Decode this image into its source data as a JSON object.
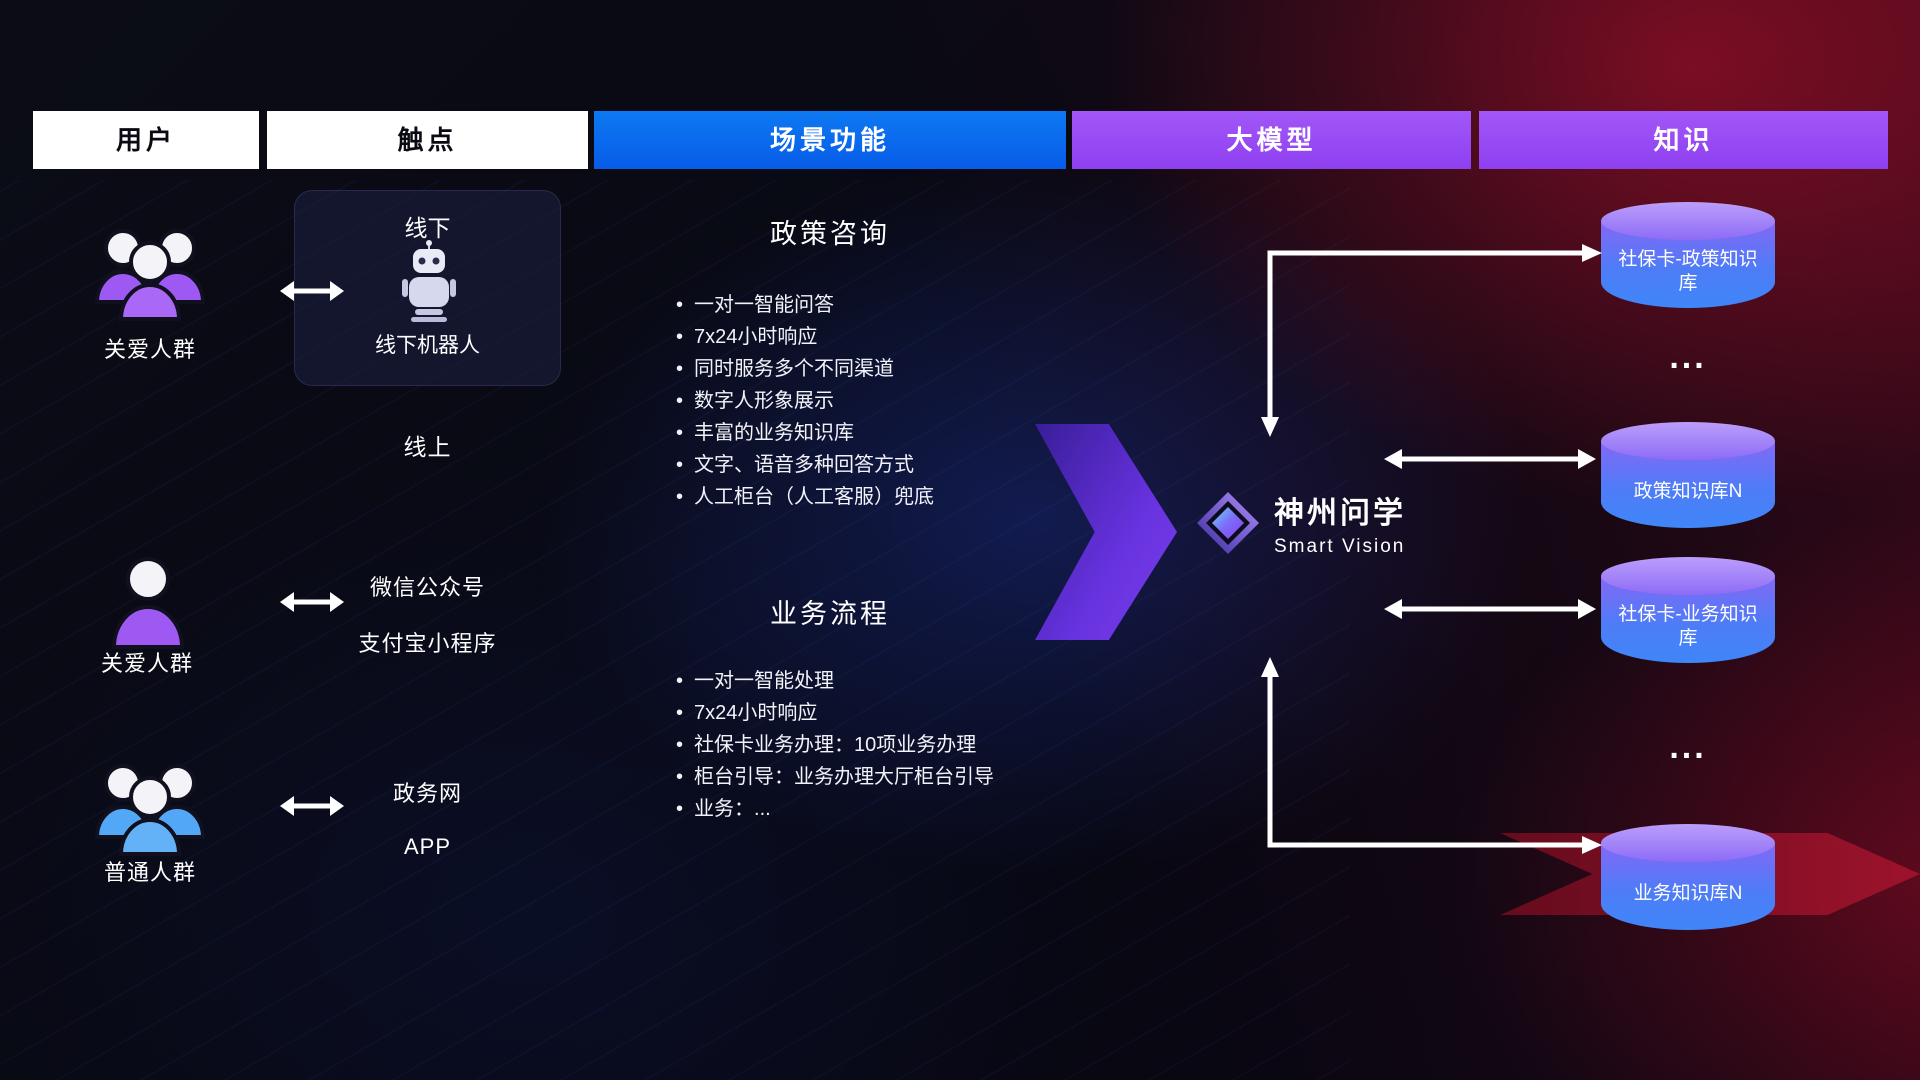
{
  "header": {
    "columns": [
      {
        "label": "用户"
      },
      {
        "label": "触点"
      },
      {
        "label": "场景功能"
      },
      {
        "label": "大模型"
      },
      {
        "label": "知识"
      }
    ]
  },
  "users": [
    {
      "label": "关爱人群",
      "icon": "group-people-purple"
    },
    {
      "label": "关爱人群",
      "icon": "single-person-purple"
    },
    {
      "label": "普通人群",
      "icon": "group-people-blue"
    }
  ],
  "touchpoints": {
    "offline_title": "线下",
    "robot_label": "线下机器人",
    "online_label": "线上",
    "channels": [
      "微信公众号",
      "支付宝小程序",
      "政务网",
      "APP"
    ]
  },
  "scenario": {
    "sections": [
      {
        "title": "政策咨询",
        "items": [
          "一对一智能问答",
          "7x24小时响应",
          "同时服务多个不同渠道",
          "数字人形象展示",
          "丰富的业务知识库",
          "文字、语音多种回答方式",
          "人工柜台（人工客服）兜底"
        ]
      },
      {
        "title": "业务流程",
        "items": [
          "一对一智能处理",
          "7x24小时响应",
          "社保卡业务办理：10项业务办理",
          "柜台引导：业务办理大厅柜台引导",
          "业务：..."
        ]
      }
    ]
  },
  "model": {
    "name": "神州问学",
    "subtitle": "Smart Vision"
  },
  "knowledge": {
    "databases": [
      "社保卡-政策知识库",
      "政策知识库N",
      "社保卡-业务知识库",
      "业务知识库N"
    ],
    "ellipsis": "..."
  },
  "colors": {
    "header_blue": "#0a6ef5",
    "header_purple": "#9c4ef5",
    "db_top_purple": "#8d6cf6",
    "db_body_blue": "#4286f7",
    "flow_arrow_purple": "#6d34e8",
    "people_purple": "#9d59f2",
    "people_blue": "#52a8f7",
    "connector_white": "#ffffff",
    "red_accent": "#a6142e"
  }
}
